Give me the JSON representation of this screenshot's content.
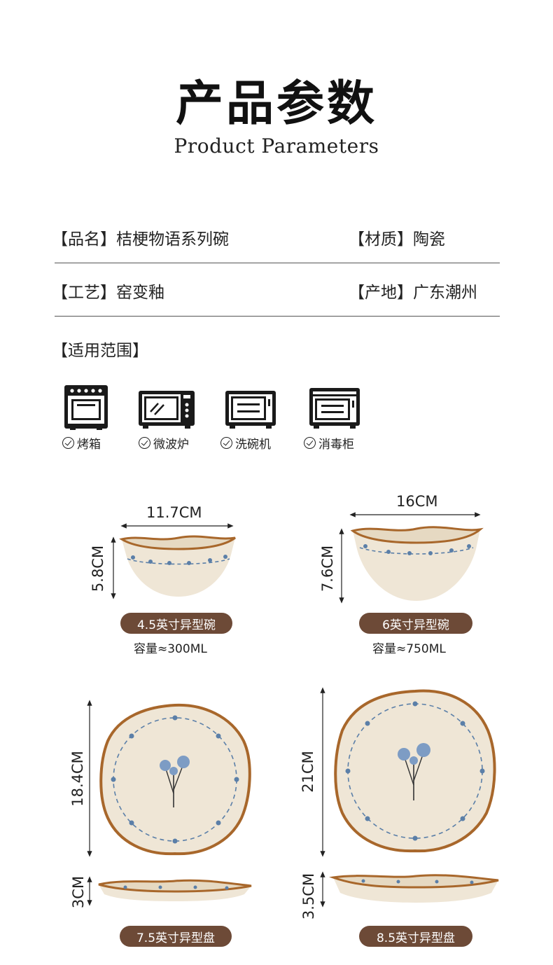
{
  "header": {
    "title_zh": "产品参数",
    "title_en": "Product Parameters"
  },
  "params": [
    {
      "left": "【品名】桔梗物语系列碗",
      "right": "【材质】陶瓷"
    },
    {
      "left": "【工艺】窑变釉",
      "right": "【产地】广东潮州"
    }
  ],
  "scope": {
    "title": "【适用范围】",
    "items": [
      {
        "label": "烤箱",
        "icon": "oven-icon"
      },
      {
        "label": "微波炉",
        "icon": "microwave-icon"
      },
      {
        "label": "洗碗机",
        "icon": "dishwasher-icon"
      },
      {
        "label": "消毒柜",
        "icon": "sterilizer-cabinet-icon"
      }
    ]
  },
  "products": [
    {
      "name": "4.5英寸异型碗",
      "width": "11.7CM",
      "height": "5.8CM",
      "capacity": "容量≈300ML"
    },
    {
      "name": "6英寸异型碗",
      "width": "16CM",
      "height": "7.6CM",
      "capacity": "容量≈750ML"
    },
    {
      "name": "7.5英寸异型盘",
      "diameter": "18.4CM",
      "height": "3CM"
    },
    {
      "name": "8.5英寸异型盘",
      "diameter": "21CM",
      "height": "3.5CM"
    }
  ],
  "colors": {
    "glaze": "#efe6d6",
    "rim": "#a8672b",
    "flower": "#5b7fa8",
    "pill": "#6d4a37"
  }
}
